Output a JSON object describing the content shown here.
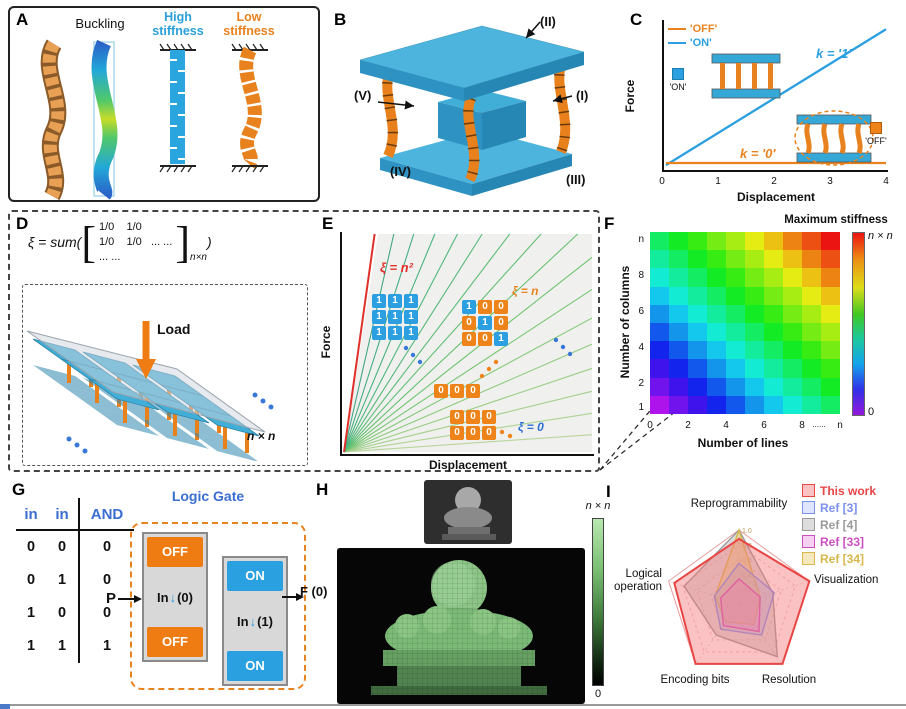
{
  "figure": {
    "panelA": {
      "label": "A",
      "title": "Buckling",
      "high_stiffness": "High\nstiffness",
      "low_stiffness": "Low\nstiffness"
    },
    "panelB": {
      "label": "B",
      "ann_I": "(I)",
      "ann_II": "(II)",
      "ann_III": "(III)",
      "ann_IV": "(IV)",
      "ann_V": "(V)"
    },
    "panelC": {
      "label": "C",
      "legend_off": "'OFF'",
      "legend_on": "'ON'",
      "on_tag": "'ON'",
      "off_tag": "'OFF'",
      "k1": "k = '1'",
      "k0": "k = '0'",
      "xlabel": "Displacement",
      "ylabel": "Force",
      "xticks": [
        "0",
        "1",
        "2",
        "3",
        "4"
      ]
    },
    "panelD": {
      "label": "D",
      "formula_prefix": "ξ = sum(",
      "matrix_rows": [
        "1/0    1/0",
        "1/0    1/0   ... ...",
        "... ..."
      ],
      "formula_close": ")",
      "subscript": "n×n",
      "load_label": "Load",
      "array_size_label": "n × n"
    },
    "panelE": {
      "label": "E",
      "xlabel": "Displacement",
      "ylabel": "Force",
      "xi_n2": "ξ = n²",
      "xi_n": "ξ = n",
      "xi_0": "ξ = 0",
      "matrix_ones": [
        [
          "1",
          "1",
          "1"
        ],
        [
          "1",
          "1",
          "1"
        ],
        [
          "1",
          "1",
          "1"
        ]
      ],
      "matrix_identity": [
        [
          "1",
          "0",
          "0"
        ],
        [
          "0",
          "1",
          "0"
        ],
        [
          "0",
          "0",
          "1"
        ]
      ],
      "matrix_zeros_a": [
        [
          "0",
          "0",
          "0"
        ]
      ],
      "matrix_zeros_b": [
        [
          "0",
          "0",
          "0"
        ],
        [
          "0",
          "0",
          "0"
        ]
      ]
    },
    "panelF": {
      "label": "F",
      "colorbar_title": "Maximum stiffness",
      "cb_max": "n × n",
      "cb_min": "0",
      "xlabel": "Number of lines",
      "ylabel": "Number of columns",
      "xticks": [
        "0",
        "2",
        "4",
        "6",
        "8",
        "......",
        "n"
      ],
      "yticks": [
        "n",
        "8",
        "6",
        "4",
        "2",
        "1"
      ]
    },
    "panelG": {
      "label": "G",
      "headers": [
        "in",
        "in",
        "AND"
      ],
      "rows": [
        [
          "0",
          "0",
          "0"
        ],
        [
          "0",
          "1",
          "0"
        ],
        [
          "1",
          "0",
          "0"
        ],
        [
          "1",
          "1",
          "1"
        ]
      ],
      "gate_title": "Logic Gate",
      "p_label": "P",
      "f_label": "F (0)",
      "box1": {
        "top": "OFF",
        "mid_pre": "In",
        "mid_arrow": "↓",
        "mid_post": "(0)",
        "bottom": "OFF"
      },
      "box2": {
        "top": "ON",
        "mid_pre": "In",
        "mid_arrow": "↓",
        "mid_post": "(1)",
        "bottom": "ON"
      }
    },
    "panelH": {
      "label": "H",
      "cb_max": "n × n",
      "cb_min": "0"
    },
    "panelI": {
      "label": "I"
    }
  },
  "chart_data": [
    {
      "id": "panel-C",
      "type": "line",
      "xlabel": "Displacement",
      "ylabel": "Force",
      "xlim": [
        0,
        4
      ],
      "xticks": [
        0,
        1,
        2,
        3,
        4
      ],
      "series": [
        {
          "name": "'ON'  k = '1'",
          "color": "#2b9fe0",
          "x": [
            0,
            4
          ],
          "y": [
            0.02,
            0.97
          ]
        },
        {
          "name": "'OFF'  k = '0'",
          "color": "#e8821e",
          "x": [
            0,
            4
          ],
          "y": [
            0.035,
            0.035
          ]
        }
      ]
    },
    {
      "id": "panel-E",
      "type": "line",
      "xlabel": "Displacement",
      "ylabel": "Force",
      "num_lines": 17,
      "slope_range_deg": [
        4,
        82
      ],
      "annotations": [
        "ξ = n²",
        "ξ = n",
        "ξ = 0"
      ],
      "description": "Fan of force-displacement lines; stiffness grows with the number ξ of ON columns, from ξ = 0 (flat) to ξ = n² (steepest)."
    },
    {
      "id": "panel-F",
      "type": "heatmap",
      "xlabel": "Number of lines",
      "ylabel": "Number of columns",
      "colorbar_title": "Maximum stiffness",
      "colorbar_min": "0",
      "colorbar_max": "n × n",
      "values": [
        [
          0.5,
          0.56,
          0.61,
          0.67,
          0.72,
          0.78,
          0.83,
          0.89,
          0.94,
          1.0
        ],
        [
          0.44,
          0.5,
          0.56,
          0.61,
          0.67,
          0.72,
          0.78,
          0.83,
          0.89,
          0.94
        ],
        [
          0.39,
          0.44,
          0.5,
          0.56,
          0.61,
          0.67,
          0.72,
          0.78,
          0.83,
          0.89
        ],
        [
          0.33,
          0.39,
          0.44,
          0.5,
          0.56,
          0.61,
          0.67,
          0.72,
          0.78,
          0.83
        ],
        [
          0.28,
          0.33,
          0.39,
          0.44,
          0.5,
          0.56,
          0.61,
          0.67,
          0.72,
          0.78
        ],
        [
          0.22,
          0.28,
          0.33,
          0.39,
          0.44,
          0.5,
          0.56,
          0.61,
          0.67,
          0.72
        ],
        [
          0.17,
          0.22,
          0.28,
          0.33,
          0.39,
          0.44,
          0.5,
          0.56,
          0.61,
          0.67
        ],
        [
          0.11,
          0.17,
          0.22,
          0.28,
          0.33,
          0.39,
          0.44,
          0.5,
          0.56,
          0.61
        ],
        [
          0.06,
          0.11,
          0.17,
          0.22,
          0.28,
          0.33,
          0.39,
          0.44,
          0.5,
          0.56
        ],
        [
          0.0,
          0.06,
          0.11,
          0.17,
          0.22,
          0.28,
          0.33,
          0.39,
          0.44,
          0.5
        ]
      ]
    },
    {
      "id": "panel-I",
      "type": "radar",
      "axes": [
        "Reprogrammability",
        "Visualization",
        "Resolution",
        "Encoding bits",
        "Logical operation"
      ],
      "rings": [
        0.2,
        0.4,
        0.6,
        0.8,
        1.0
      ],
      "series": [
        {
          "name": "This work",
          "color": "#e84545",
          "fill": "rgba(245,120,120,0.45)",
          "values": [
            0.88,
            1.0,
            1.0,
            1.0,
            0.92
          ]
        },
        {
          "name": "Ref [3]",
          "color": "#7b8ff0",
          "fill": "rgba(150,170,245,0.30)",
          "values": [
            0.55,
            0.5,
            0.52,
            0.42,
            0.35
          ]
        },
        {
          "name": "Ref [4]",
          "color": "#9a9a9a",
          "fill": "rgba(180,180,180,0.45)",
          "values": [
            1.0,
            0.48,
            0.88,
            0.52,
            0.78
          ]
        },
        {
          "name": "Ref [33]",
          "color": "#cc4fc2",
          "fill": "rgba(225,120,215,0.35)",
          "values": [
            0.34,
            0.3,
            0.46,
            0.36,
            0.26
          ]
        },
        {
          "name": "Ref [34]",
          "color": "#d8b84a",
          "fill": "rgba(232,205,110,0.45)",
          "values": [
            1.0,
            0.3,
            0.34,
            0.3,
            0.34
          ]
        }
      ]
    }
  ]
}
